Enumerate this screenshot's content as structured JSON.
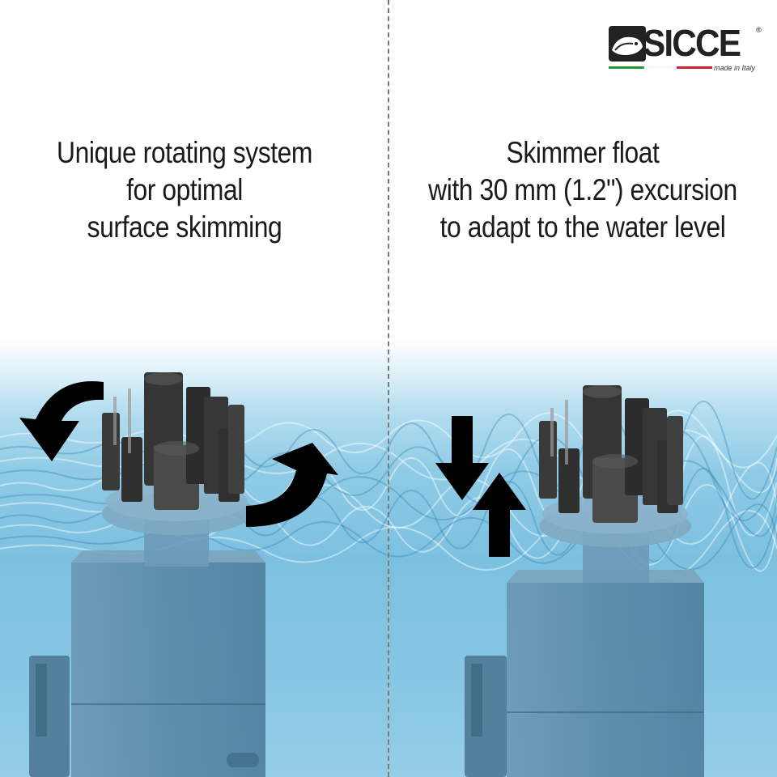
{
  "logo": {
    "brand": "SICCE",
    "registered": "®",
    "tagline": "made in Italy",
    "flag_colors": [
      "#1e9a3c",
      "#ffffff",
      "#d4202c"
    ]
  },
  "panels": {
    "left": {
      "caption_lines": [
        "Unique rotating system",
        "for optimal",
        "surface skimming"
      ],
      "arrow_icons": [
        "rotate-counterclockwise-arrow-icon",
        "rotate-clockwise-arrow-icon"
      ]
    },
    "right": {
      "caption_lines": [
        "Skimmer float",
        "with 30 mm (1.2\") excursion",
        "to adapt to the water level"
      ],
      "arrow_icons": [
        "arrow-down-icon",
        "arrow-up-icon"
      ]
    }
  },
  "colors": {
    "water_light": "#b6def0",
    "water_deep": "#7cc0e0",
    "device_body": "#5f8fae",
    "skimmer_fins": "#3a3a3a",
    "arrow": "#000000",
    "divider": "#7a7a7a"
  }
}
